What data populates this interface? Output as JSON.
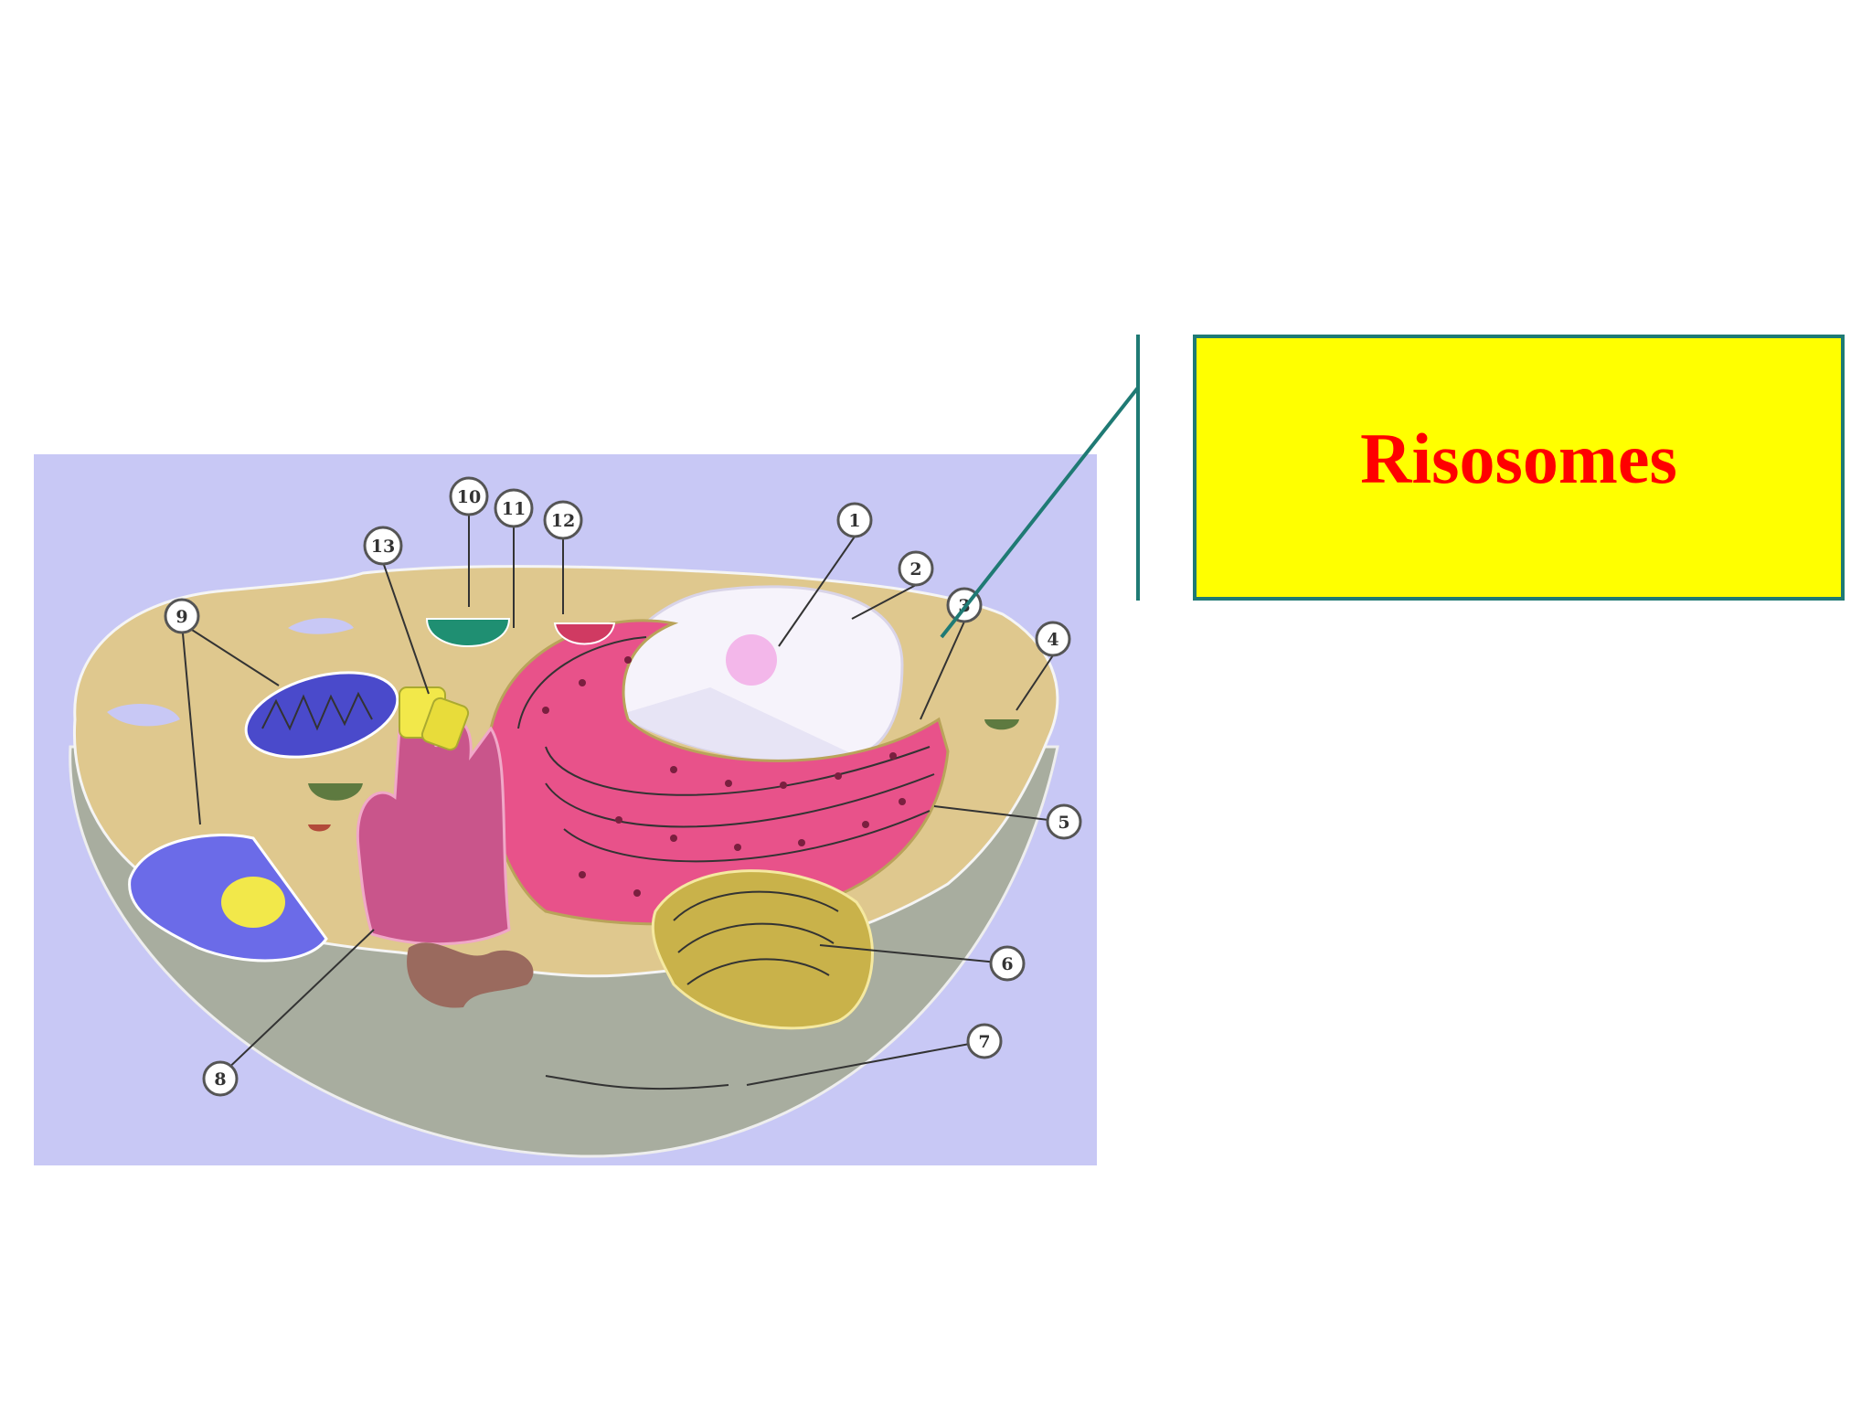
{
  "label": {
    "text": "Risosomes"
  },
  "markers": [
    {
      "n": "1"
    },
    {
      "n": "2"
    },
    {
      "n": "3"
    },
    {
      "n": "4"
    },
    {
      "n": "5"
    },
    {
      "n": "6"
    },
    {
      "n": "7"
    },
    {
      "n": "8"
    },
    {
      "n": "9"
    },
    {
      "n": "10"
    },
    {
      "n": "11"
    },
    {
      "n": "12"
    },
    {
      "n": "13"
    }
  ],
  "colors": {
    "panel": "#c8c8f5",
    "cytoplasm": "#dfc88e",
    "cell-base": "#a8ad9f",
    "rough-er": "#e8528a",
    "label-box": "#ffff00",
    "label-text": "#ff0000",
    "callout-line": "#1f7a74"
  }
}
